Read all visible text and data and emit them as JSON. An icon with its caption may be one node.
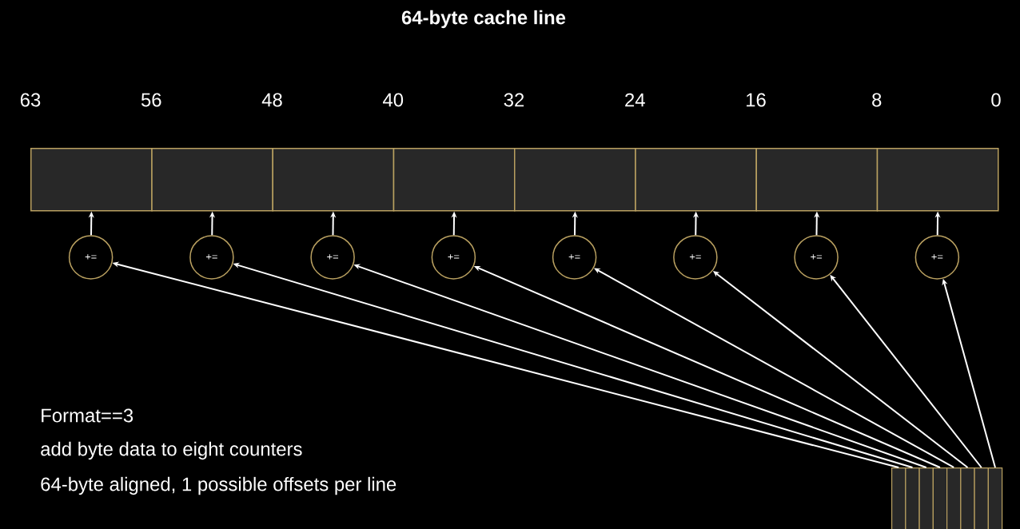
{
  "diagram": {
    "title": "64-byte cache line",
    "nodes": [
      {
        "text": [],
        "shape": "box"
      },
      {
        "text": [],
        "shape": "box"
      },
      {
        "text": [],
        "shape": "box"
      },
      {
        "text": [],
        "shape": "box"
      },
      {
        "text": [],
        "shape": "box"
      },
      {
        "text": [],
        "shape": "box"
      },
      {
        "text": [],
        "shape": "box"
      },
      {
        "text": [],
        "shape": "box"
      },
      {
        "text": [
          "+="
        ]
      },
      {
        "text": [
          "+="
        ]
      },
      {
        "text": [
          "+="
        ]
      },
      {
        "text": [
          "+="
        ]
      },
      {
        "text": [
          "+="
        ]
      },
      {
        "text": [
          "+="
        ]
      },
      {
        "text": [
          "+="
        ]
      },
      {
        "text": [
          "+="
        ]
      },
      {
        "text": [],
        "shape": "box"
      },
      {
        "text": [],
        "shape": "box"
      },
      {
        "text": [],
        "shape": "box"
      },
      {
        "text": [],
        "shape": "box"
      },
      {
        "text": [],
        "shape": "box"
      },
      {
        "text": [],
        "shape": "box"
      },
      {
        "text": [],
        "shape": "box"
      },
      {
        "text": [],
        "shape": "box"
      }
    ],
    "edges": [
      {
        "from": 8,
        "to": 0,
        "arrow": "to"
      },
      {
        "from": 9,
        "to": 1,
        "arrow": "to"
      },
      {
        "from": 10,
        "to": 2,
        "arrow": "to"
      },
      {
        "from": 11,
        "to": 3,
        "arrow": "to"
      },
      {
        "from": 12,
        "to": 4,
        "arrow": "to"
      },
      {
        "from": 13,
        "to": 5,
        "arrow": "to"
      },
      {
        "from": 14,
        "to": 6,
        "arrow": "to"
      },
      {
        "from": 15,
        "to": 7,
        "arrow": "to"
      },
      {
        "from": 16,
        "to": 8,
        "arrow": "to"
      },
      {
        "from": 17,
        "to": 9,
        "arrow": "to"
      },
      {
        "from": 18,
        "to": 10,
        "arrow": "to"
      },
      {
        "from": 19,
        "to": 11,
        "arrow": "to"
      },
      {
        "from": 20,
        "to": 12,
        "arrow": "to"
      },
      {
        "from": 21,
        "to": 13,
        "arrow": "to"
      },
      {
        "from": 22,
        "to": 14,
        "arrow": "to"
      },
      {
        "from": 23,
        "to": 15,
        "arrow": "to"
      }
    ],
    "labels": [
      "63",
      "56",
      "48",
      "40",
      "32",
      "24",
      "16",
      "8",
      "0",
      "Format==3",
      "add byte data to eight counters",
      "64-byte aligned, 1 possible offsets per line"
    ]
  }
}
